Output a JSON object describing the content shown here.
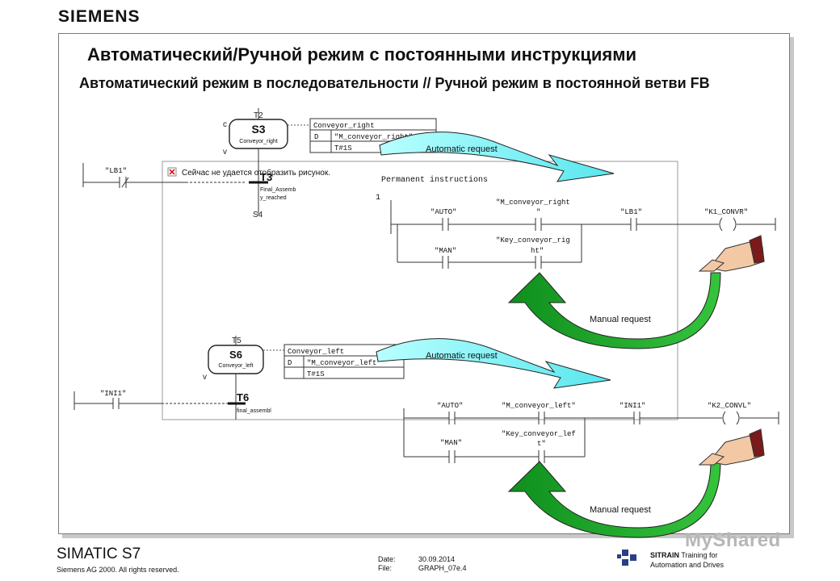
{
  "brand": "SIEMENS",
  "title": "Автоматический/Ручной режим с постоянными инструкциями",
  "subtitle": "Автоматический режим в последовательности // Ручной режим в постоянной ветви FB",
  "overlay_message": "Сейчас не удается отобразить рисунок.",
  "permanent_label": "Permanent instructions",
  "network_number": "1",
  "top_step": {
    "transition_above": "T2",
    "step": "S3",
    "step_name": "Conveyor_right",
    "letter_c": "c",
    "letter_v": "v",
    "action_name": "Conveyor_right",
    "action_qualifier": "D",
    "action_operand": "\"M_conveyor_right\"",
    "action_time": "T#1S",
    "transition": "T3",
    "transition_cond": "Final_Assemb",
    "transition_cond2": "y_reached",
    "next_step": "S4",
    "contact_label": "\"LB1\""
  },
  "bottom_step": {
    "transition_above": "T5",
    "step": "S6",
    "step_name": "Conveyor_left",
    "letter_v": "v",
    "action_name": "Conveyor_left",
    "action_qualifier": "D",
    "action_operand": "\"M_conveyor_left\"",
    "action_time": "T#1S",
    "transition": "T6",
    "transition_cond": "final_assembl",
    "contact_label": "\"INI1\""
  },
  "rung1": {
    "auto": "\"AUTO\"",
    "m_conv_1": "\"M_conveyor_right",
    "m_conv_2": "\"",
    "lb1": "\"LB1\"",
    "coil": "\"K1_CONVR\"",
    "man": "\"MAN\"",
    "key_1": "\"Key_conveyor_rig",
    "key_2": "ht\""
  },
  "rung2": {
    "auto": "\"AUTO\"",
    "m_conv": "\"M_conveyor_left\"",
    "ini1": "\"INI1\"",
    "coil": "\"K2_CONVL\"",
    "man": "\"MAN\"",
    "key_1": "\"Key_conveyor_lef",
    "key_2": "t\""
  },
  "arrows": {
    "automatic_request": "Automatic request",
    "manual_request": "Manual request"
  },
  "colors": {
    "auto_arrow": "#7ef4f4",
    "manual_arrow": "#1aa82a",
    "border": "#7a7a7a"
  },
  "footer": {
    "product": "SIMATIC S7",
    "copyright": "Siemens AG 2000. All rights reserved.",
    "date_label": "Date:",
    "date_value": "30.09.2014",
    "file_label": "File:",
    "file_value": "GRAPH_07e.4",
    "sitrain": "SITRAIN",
    "training_1": "Training for",
    "training_2": "Automation and Drives",
    "watermark": "MyShared"
  }
}
